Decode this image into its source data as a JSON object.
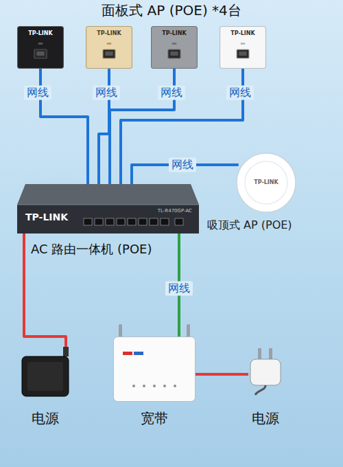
{
  "diagram": {
    "title": "面板式 AP (POE) *4台",
    "nodes": [
      {
        "text": [
          "TP-LINK"
        ]
      },
      {
        "text": [
          "TP-LINK"
        ]
      },
      {
        "text": [
          "TP-LINK"
        ]
      },
      {
        "text": [
          "TP-LINK"
        ]
      },
      {
        "text": [
          "TP-LINK",
          "吸顶式 AP (POE)"
        ]
      },
      {
        "text": [
          "TP-LINK",
          "TL-R470GP-AC",
          "AC 路由一体机 (POE)"
        ]
      },
      {
        "text": [
          "电源"
        ]
      },
      {
        "text": [
          "宽带"
        ]
      },
      {
        "text": [
          "电源"
        ]
      }
    ],
    "edges": [
      {
        "from": 0,
        "to": 5,
        "label": "网线",
        "arrow": "none"
      },
      {
        "from": 1,
        "to": 5,
        "label": "网线",
        "arrow": "none"
      },
      {
        "from": 2,
        "to": 5,
        "label": "网线",
        "arrow": "none"
      },
      {
        "from": 3,
        "to": 5,
        "label": "网线",
        "arrow": "none"
      },
      {
        "from": 4,
        "to": 5,
        "label": "网线",
        "arrow": "none"
      },
      {
        "from": 5,
        "to": 7,
        "label": "网线",
        "arrow": "none"
      },
      {
        "from": 5,
        "to": 6,
        "arrow": "none"
      },
      {
        "from": 7,
        "to": 8,
        "arrow": "none"
      }
    ]
  }
}
